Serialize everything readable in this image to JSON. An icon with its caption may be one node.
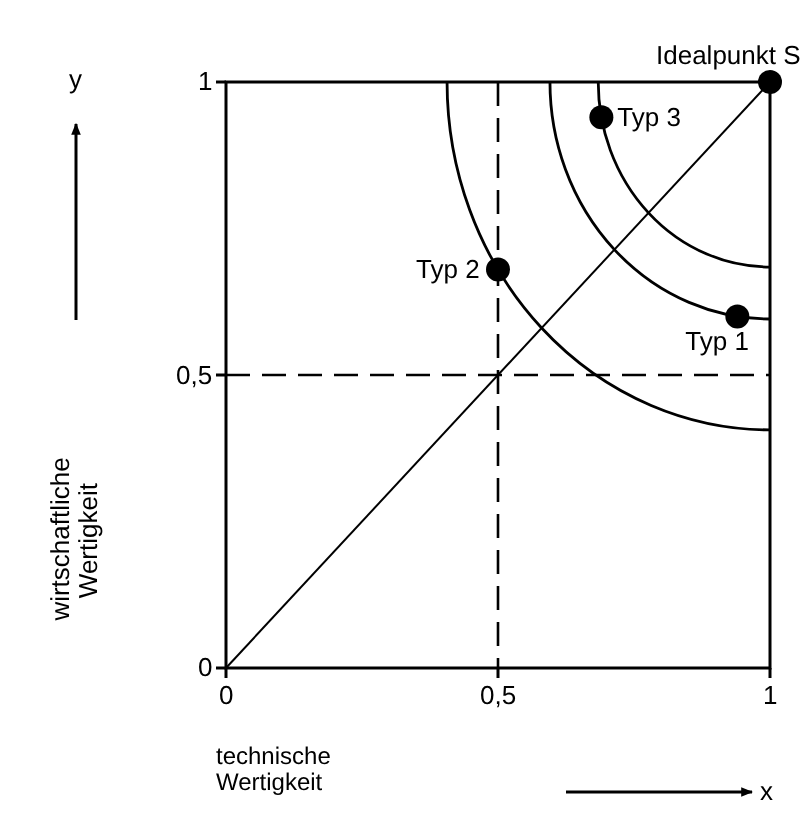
{
  "diagram": {
    "labels": [
      "y",
      "x"
    ],
    "chart_data": {
      "type": "scatter",
      "xlabel": "technische Wertigkeit",
      "ylabel": "wirtschaftliche Wertigkeit",
      "x": [
        0.94,
        0.5,
        0.69,
        1
      ],
      "values": [
        0.6,
        0.68,
        0.94,
        1
      ],
      "xlim": [
        0,
        1
      ],
      "ylim": [
        0,
        1
      ],
      "xticks": [
        0,
        {
          "value": 0.5,
          "label": "0,5"
        },
        1
      ],
      "yticks": [
        0,
        {
          "value": 0.5,
          "label": "0,5"
        },
        1
      ],
      "annotations": [
        {
          "x": 0.94,
          "y": 0.6,
          "text": "Typ 1"
        },
        {
          "x": 0.5,
          "y": 0.68,
          "text": "Typ 2"
        },
        {
          "x": 0.69,
          "y": 0.94,
          "text": "Typ 3"
        },
        {
          "x": 1,
          "y": 1,
          "text": "Idealpunkt S"
        }
      ]
    }
  }
}
